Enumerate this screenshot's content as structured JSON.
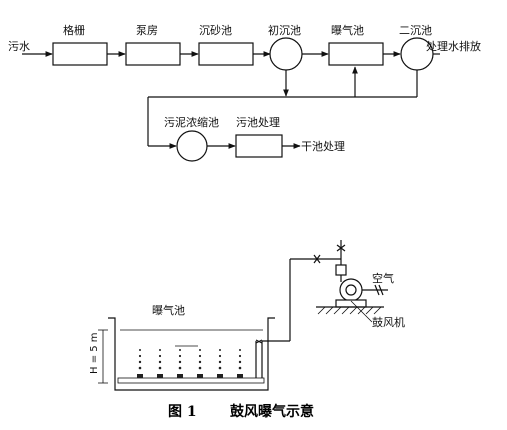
{
  "flow": {
    "input": "污水",
    "grid": "格栅",
    "pump": "泵房",
    "grit": "沉砂池",
    "primary": "初沉池",
    "aeration": "曝气池",
    "secondary": "二沉池",
    "output": "处理水排放",
    "thickener": "污泥浓缩池",
    "sludge": "污池处理",
    "dry": "干池处理"
  },
  "schematic": {
    "tank_label": "曝气池",
    "height": "H = 5 m",
    "air": "空气",
    "blower": "鼓风机"
  },
  "caption": {
    "figure": "图 1",
    "title": "鼓风曝气示意"
  }
}
